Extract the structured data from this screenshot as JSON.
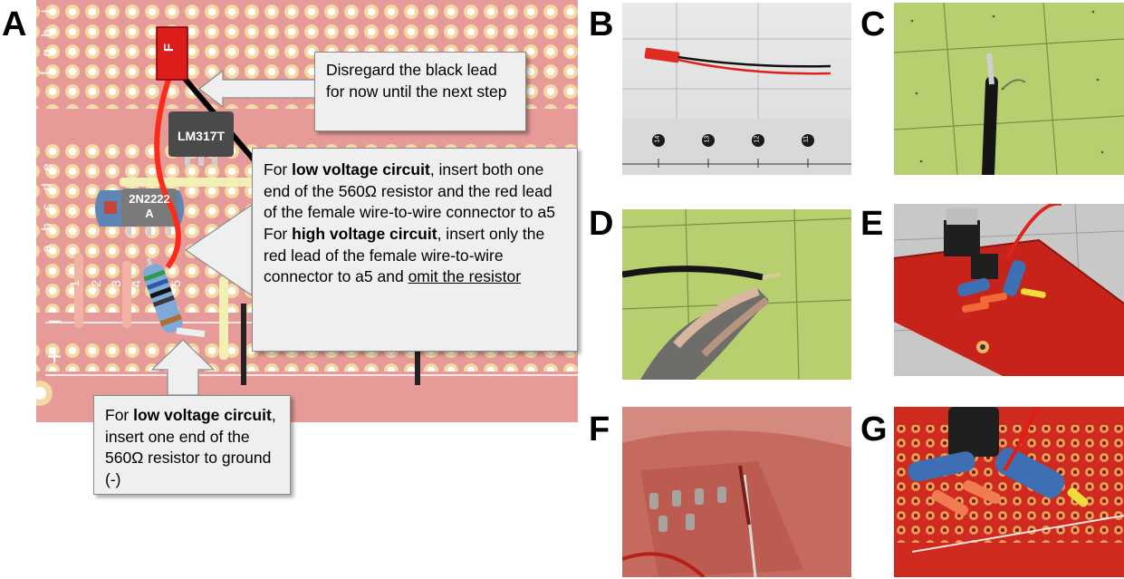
{
  "panels": {
    "A": "A",
    "B": "B",
    "C": "C",
    "D": "D",
    "E": "E",
    "F": "F",
    "G": "G"
  },
  "diagram": {
    "row_letters": [
      "a",
      "b",
      "c",
      "d",
      "e",
      "f",
      "g",
      "h",
      "i"
    ],
    "column_numbers": [
      "1",
      "2",
      "3",
      "4",
      "5"
    ],
    "rail_minus": "–",
    "rail_plus": "+",
    "connector_label": "F",
    "regulator_label": "LM317T",
    "transistor_label_line1": "2N2222",
    "transistor_label_line2": "A"
  },
  "callouts": {
    "black_lead": {
      "text": "Disregard the black lead for now until the next step"
    },
    "main": {
      "p1_prefix": "For ",
      "p1_bold": "low voltage circuit",
      "p1_rest": ", insert both one end of the 560Ω  resistor and the red lead of the female wire-to-wire connector to a5",
      "p2_prefix": "For ",
      "p2_bold": "high voltage circuit",
      "p2_rest": ", insert only the red lead of the female wire-to-wire connector to a5 and ",
      "p2_underlined": "omit the resistor"
    },
    "ground": {
      "prefix": "For ",
      "bold": "low voltage circuit",
      "rest": ", insert one end of the 560Ω resistor to ground (-)"
    }
  },
  "photos": {
    "B": {
      "ruler_numbers": [
        "14",
        "13",
        "12",
        "11"
      ]
    }
  },
  "colors": {
    "board": "#e79b98",
    "pad": "#f3d9a2",
    "red_wire": "#ff2a1a",
    "black_wire": "#000000",
    "callout_bg": "#efefef",
    "mat_green": "#b7cf6e"
  }
}
